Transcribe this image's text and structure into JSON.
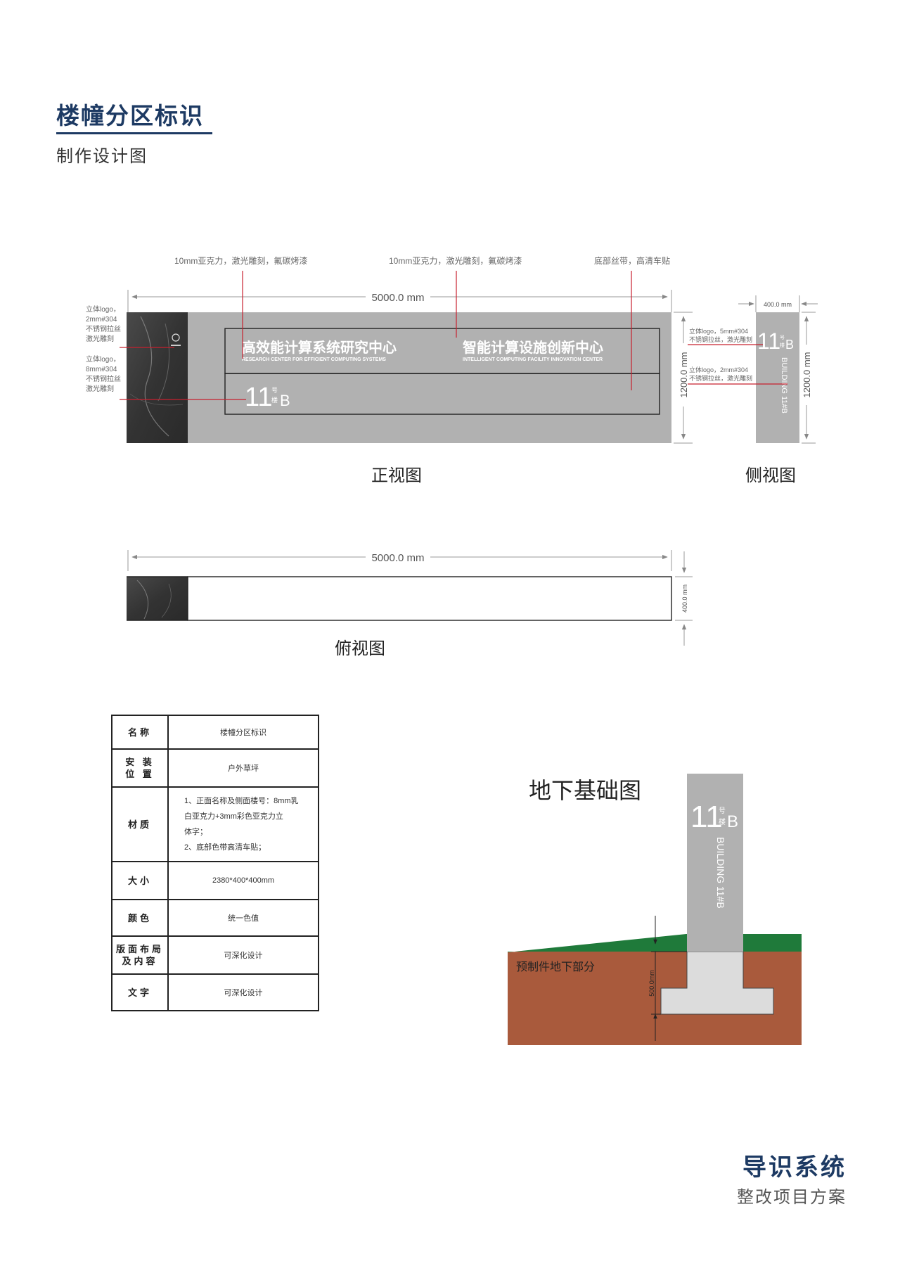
{
  "header": {
    "title": "楼幢分区标识",
    "subtitle": "制作设计图"
  },
  "notes": {
    "top_left": "10mm亚克力，激光雕刻，氟碳烤漆",
    "top_mid": "10mm亚克力，激光雕刻，氟碳烤漆",
    "top_right": "底部丝带，高清车贴",
    "logo_a": [
      "立体logo，",
      "2mm#304",
      "不锈钢拉丝",
      "激光雕刻"
    ],
    "logo_b": [
      "立体logo，",
      "8mm#304",
      "不锈钢拉丝",
      "激光雕刻"
    ],
    "side_a": [
      "立体logo，5mm#304",
      "不锈钢拉丝，激光雕刻"
    ],
    "side_b": [
      "立体logo，2mm#304",
      "不锈钢拉丝，激光雕刻"
    ]
  },
  "front": {
    "width_dim": "5000.0 mm",
    "height_dim": "1200.0 mm",
    "name_cn_1": "高效能计算系统研究中心",
    "name_en_1": "RESEARCH CENTER FOR EFFICIENT COMPUTING SYSTEMS",
    "name_cn_2": "智能计算设施创新中心",
    "name_en_2": "INTELLIGENT COMPUTING FACILITY INNOVATION CENTER",
    "building_no": "11",
    "building_suffix_top": "号",
    "building_suffix_bottom": "楼",
    "building_letter": "B",
    "label": "正视图"
  },
  "side": {
    "width_dim": "400.0 mm",
    "height_dim": "1200.0 mm",
    "building_no": "11",
    "building_suffix_top": "号",
    "building_suffix_bottom": "楼",
    "building_letter": "B",
    "vertical_text": "BUILDING 11#B",
    "label": "侧视图"
  },
  "top_view": {
    "width_dim": "5000.0 mm",
    "depth_dim": "400.0 mm",
    "label": "俯视图"
  },
  "spec_table": [
    {
      "key": "名称",
      "value": "楼幢分区标识"
    },
    {
      "key": "安装位置",
      "key_lines": [
        "安 装",
        "位 置"
      ],
      "value": "户外草坪"
    },
    {
      "key": "材质",
      "value_lines": [
        "1、正面名称及侧面楼号：8mm乳",
        "白亚克力+3mm彩色亚克力立",
        "体字；",
        "2、底部色带高清车贴；"
      ]
    },
    {
      "key": "大小",
      "value": "2380*400*400mm"
    },
    {
      "key": "颜色",
      "value": "统一色值"
    },
    {
      "key": "版面布局及内容",
      "key_lines": [
        "版面布局",
        "及内容"
      ],
      "value": "可深化设计"
    },
    {
      "key": "文字",
      "value": "可深化设计"
    }
  ],
  "foundation": {
    "title": "地下基础图",
    "label": "预制件地下部分",
    "depth_dim": "500.0mm",
    "building_no": "11",
    "building_suffix_top": "号",
    "building_suffix_bottom": "楼",
    "building_letter": "B",
    "vertical_text": "BUILDING 11#B"
  },
  "footer": {
    "title": "导识系统",
    "subtitle": "整改项目方案"
  },
  "colors": {
    "brand": "#1d3a63",
    "panel": "#b1b1b1",
    "stone": "#3b3b3b",
    "leader": "#c8202f",
    "grass": "#1f7a3a",
    "soil": "#a95a3c",
    "concrete": "#dcdcdc"
  }
}
